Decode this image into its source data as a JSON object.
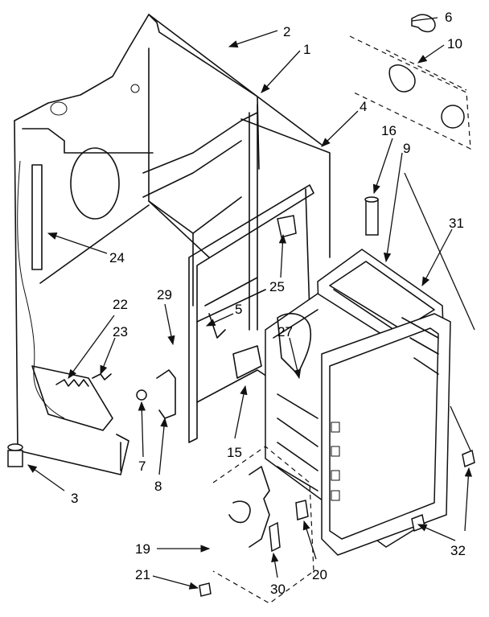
{
  "callouts": [
    {
      "id": "c6",
      "label": "6"
    },
    {
      "id": "c2",
      "label": "2"
    },
    {
      "id": "c1",
      "label": "1"
    },
    {
      "id": "c10",
      "label": "10"
    },
    {
      "id": "c4",
      "label": "4"
    },
    {
      "id": "c16",
      "label": "16"
    },
    {
      "id": "c9",
      "label": "9"
    },
    {
      "id": "c31",
      "label": "31"
    },
    {
      "id": "c24",
      "label": "24"
    },
    {
      "id": "c25",
      "label": "25"
    },
    {
      "id": "c22",
      "label": "22"
    },
    {
      "id": "c29",
      "label": "29"
    },
    {
      "id": "c5",
      "label": "5"
    },
    {
      "id": "c23",
      "label": "23"
    },
    {
      "id": "c27",
      "label": "27"
    },
    {
      "id": "c3",
      "label": "3"
    },
    {
      "id": "c15",
      "label": "15"
    },
    {
      "id": "c7",
      "label": "7"
    },
    {
      "id": "c8",
      "label": "8"
    },
    {
      "id": "c19",
      "label": "19"
    },
    {
      "id": "c20",
      "label": "20"
    },
    {
      "id": "c21",
      "label": "21"
    },
    {
      "id": "c30",
      "label": "30"
    },
    {
      "id": "c32",
      "label": "32"
    }
  ]
}
